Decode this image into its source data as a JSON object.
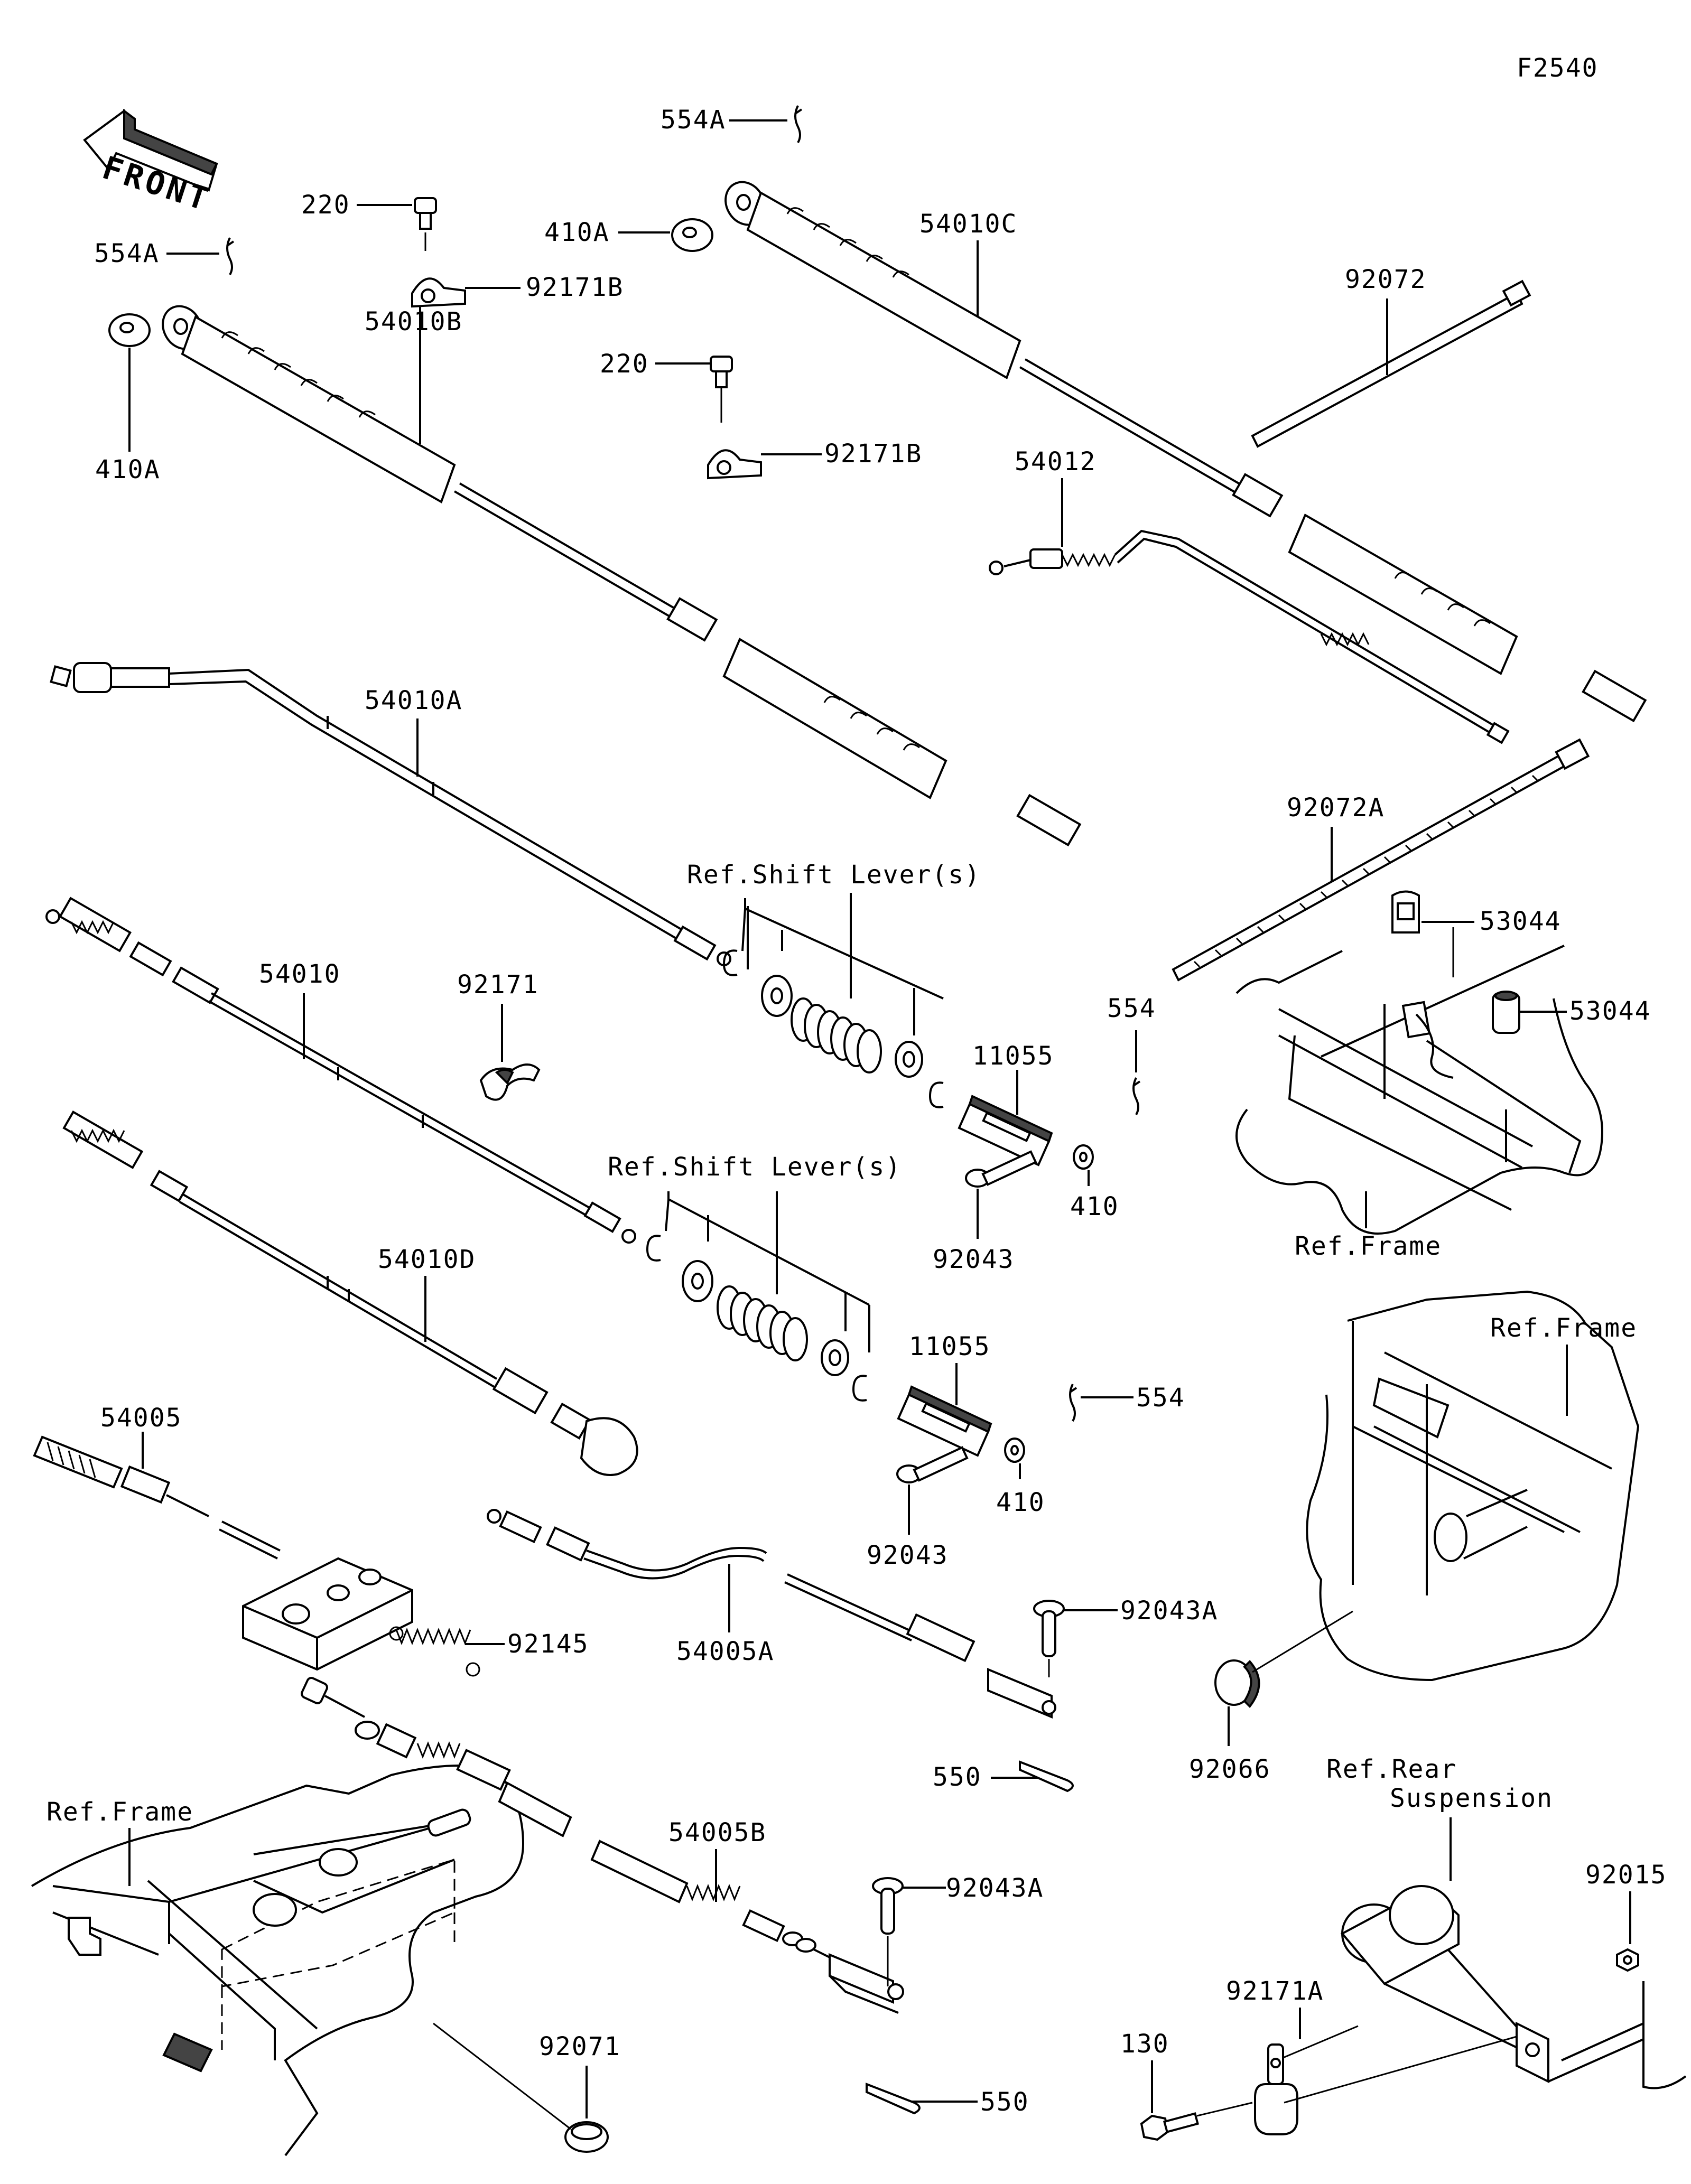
{
  "figure_code": "F2540",
  "front_label": "FRONT",
  "labels": {
    "l554A_top": "554A",
    "l554A_left": "554A",
    "l220_a": "220",
    "l92171B_a": "92171B",
    "l410A_mid": "410A",
    "l410A_left": "410A",
    "l54010C": "54010C",
    "l92072": "92072",
    "l54010B": "54010B",
    "l220_b": "220",
    "l92171B_b": "92171B",
    "l54012": "54012",
    "l54010A": "54010A",
    "l92072A": "92072A",
    "l_ref_shift_1": "Ref.Shift Lever(s)",
    "l53044_a": "53044",
    "l53044_b": "53044",
    "l54010": "54010",
    "l92171": "92171",
    "l554_right": "554",
    "l11055_a": "11055",
    "l410_a": "410",
    "l92043_a": "92043",
    "l_ref_frame_1": "Ref.Frame",
    "l_ref_shift_2": "Ref.Shift Lever(s)",
    "l54010D": "54010D",
    "l11055_b": "11055",
    "l554_mid": "554",
    "l_ref_frame_2": "Ref.Frame",
    "l54005": "54005",
    "l410_b": "410",
    "l92043_b": "92043",
    "l92145": "92145",
    "l54005A": "54005A",
    "l92043A_a": "92043A",
    "l92066": "92066",
    "l550_a": "550",
    "l_ref_rear": "Ref.Rear",
    "l_suspension": "Suspension",
    "l_ref_frame_3": "Ref.Frame",
    "l54005B": "54005B",
    "l92043A_b": "92043A",
    "l92015": "92015",
    "l92171A": "92171A",
    "l92071": "92071",
    "l130": "130",
    "l550_b": "550"
  }
}
